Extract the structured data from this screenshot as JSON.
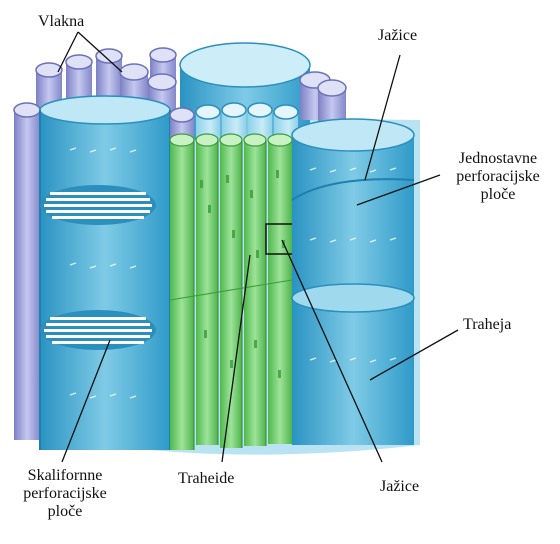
{
  "labels": {
    "vlakna": "Vlakna",
    "jazice_top": "Jažice",
    "jednostavne": [
      "Jednostavne",
      "perforacijske",
      "ploče"
    ],
    "traheja": "Traheja",
    "skaliformne": [
      "Skalifornne",
      "perforacijske",
      "ploče"
    ],
    "traheide": "Traheide",
    "jazice_bottom": "Jažice"
  },
  "colors": {
    "trachea_blue": "#4fb3d6",
    "trachea_light": "#a9dcee",
    "tracheid_green": "#6ccf6a",
    "fiber_purple": "#9fa4d8",
    "leader_line": "#111111"
  }
}
